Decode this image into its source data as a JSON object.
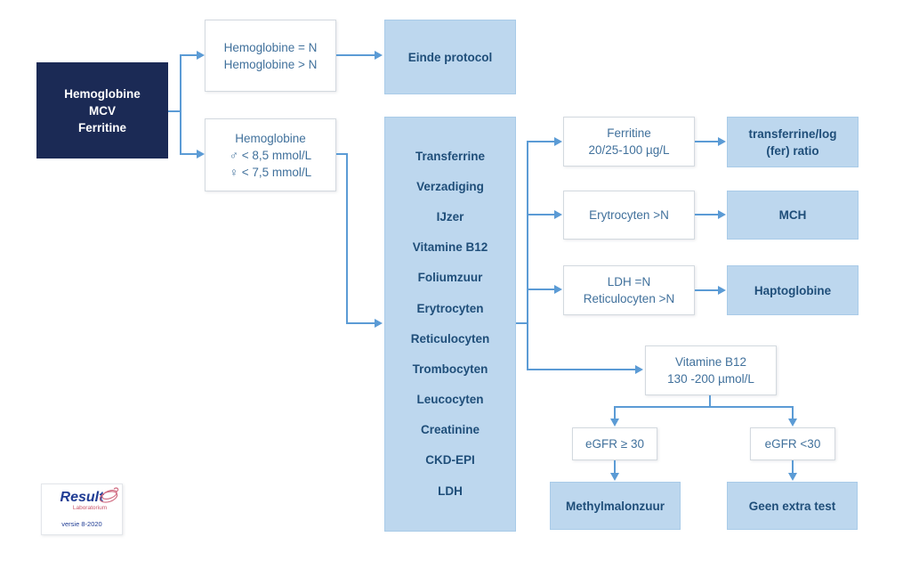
{
  "palette": {
    "navy": "#1B2A55",
    "light_blue": "#BDD7EE",
    "light_blue_border": "#A9CBE8",
    "line_blue": "#5B9BD5",
    "dark_text": "#1F4E79",
    "steel_text": "#41719C",
    "white_box_border": "#D3D9DF",
    "logo_blue": "#1F3C94",
    "logo_red": "#C9566B"
  },
  "nodes": {
    "start": {
      "lines": [
        "Hemoglobine",
        "MCV",
        "Ferritine"
      ]
    },
    "hb_normal": {
      "lines": [
        "Hemoglobine = N",
        "Hemoglobine > N"
      ]
    },
    "einde_protocol": {
      "label": "Einde protocol"
    },
    "hb_low": {
      "lines": [
        "Hemoglobine",
        "♂ < 8,5 mmol/L",
        "♀ < 7,5 mmol/L"
      ]
    },
    "panel_tests": {
      "items": [
        "Transferrine",
        "Verzadiging",
        "IJzer",
        "Vitamine B12",
        "Foliumzuur",
        "Erytrocyten",
        "Reticulocyten",
        "Trombocyten",
        "Leucocyten",
        "Creatinine",
        "CKD-EPI",
        "LDH"
      ]
    },
    "ferritine_range": {
      "lines": [
        "Ferritine",
        "20/25-100 µg/L"
      ]
    },
    "transferrine_ratio": {
      "lines": [
        "transferrine/log",
        "(fer) ratio"
      ]
    },
    "erytrocyten_hoog": {
      "label": "Erytrocyten >N"
    },
    "mch": {
      "label": "MCH"
    },
    "ldh_reticulocyten": {
      "lines": [
        "LDH =N",
        "Reticulocyten >N"
      ]
    },
    "haptoglobine": {
      "label": "Haptoglobine"
    },
    "vitamine_b12_range": {
      "lines": [
        "Vitamine B12",
        "130 -200 µmol/L"
      ]
    },
    "egfr_ge_30": {
      "label": "eGFR ≥ 30"
    },
    "egfr_lt_30": {
      "label": "eGFR <30"
    },
    "methylmalonzuur": {
      "label": "Methylmalonzuur"
    },
    "geen_extra_test": {
      "label": "Geen extra test"
    }
  },
  "logo": {
    "brand": "Result",
    "subtitle": "Laboratorium",
    "version": "versie 8-2020"
  }
}
